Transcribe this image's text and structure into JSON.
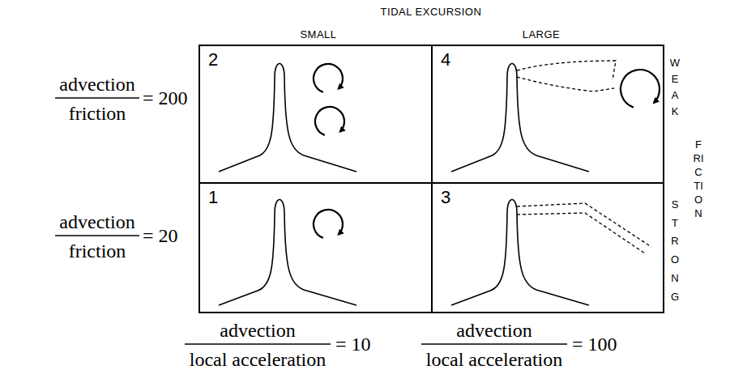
{
  "diagram": {
    "nodes": [
      {
        "text": [
          "2"
        ]
      },
      {
        "text": [
          "4"
        ]
      },
      {
        "text": [
          "1"
        ]
      },
      {
        "text": [
          "3"
        ]
      }
    ],
    "labels": [
      "TIDAL EXCURSION",
      "SMALL",
      "LARGE",
      "advection",
      "friction",
      "= 200",
      "WEAK",
      "FRICTION",
      "advection",
      "friction",
      "= 20",
      "STRONG",
      "advection",
      "local acceleration",
      "= 10",
      "advection",
      "local acceleration",
      "= 100"
    ]
  }
}
